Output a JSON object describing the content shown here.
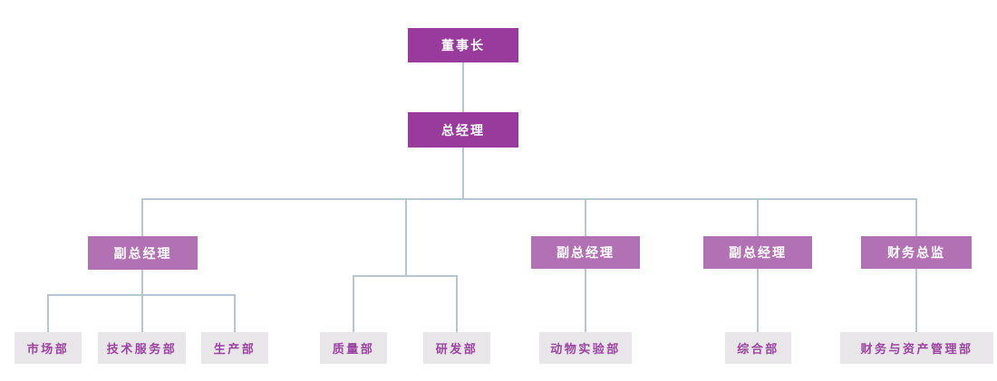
{
  "org_chart": {
    "type": "org-tree",
    "nodes": [
      {
        "id": "chairman",
        "label": "董事长",
        "level": 1,
        "reports_to": null
      },
      {
        "id": "general-manager",
        "label": "总经理",
        "level": 2,
        "reports_to": "chairman"
      },
      {
        "id": "deputy-gm-1",
        "label": "副总经理",
        "level": 3,
        "reports_to": "general-manager"
      },
      {
        "id": "deputy-gm-2",
        "label": "副总经理",
        "level": 3,
        "reports_to": "general-manager"
      },
      {
        "id": "deputy-gm-3",
        "label": "副总经理",
        "level": 3,
        "reports_to": "general-manager"
      },
      {
        "id": "finance-director",
        "label": "财务总监",
        "level": 3,
        "reports_to": "general-manager"
      },
      {
        "id": "marketing-dept",
        "label": "市场部",
        "level": 4,
        "reports_to": "deputy-gm-1"
      },
      {
        "id": "tech-service-dept",
        "label": "技术服务部",
        "level": 4,
        "reports_to": "deputy-gm-1"
      },
      {
        "id": "production-dept",
        "label": "生产部",
        "level": 4,
        "reports_to": "deputy-gm-1"
      },
      {
        "id": "quality-dept",
        "label": "质量部",
        "level": 4,
        "reports_to": "general-manager"
      },
      {
        "id": "rnd-dept",
        "label": "研发部",
        "level": 4,
        "reports_to": "general-manager"
      },
      {
        "id": "animal-lab-dept",
        "label": "动物实验部",
        "level": 4,
        "reports_to": "deputy-gm-2"
      },
      {
        "id": "general-affairs-dept",
        "label": "综合部",
        "level": 4,
        "reports_to": "deputy-gm-3"
      },
      {
        "id": "finance-asset-dept",
        "label": "财务与资产管理部",
        "level": 4,
        "reports_to": "finance-director"
      }
    ],
    "colors": {
      "executive_box": "#993a9d",
      "manager_box": "#b171b3",
      "department_box": "#e8e6e8",
      "department_text": "#9c43a2",
      "connector_line": "#b5c7d0",
      "background": "#ffffff"
    }
  }
}
